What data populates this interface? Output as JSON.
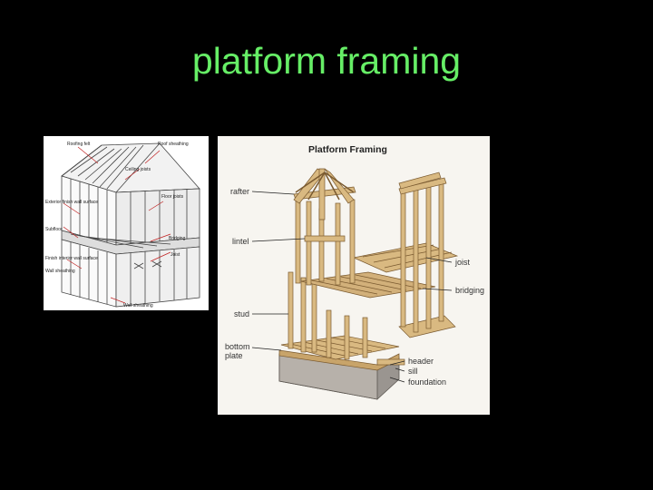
{
  "slide": {
    "title": "platform framing"
  },
  "small_diagram": {
    "labels": [
      "Roofing felt",
      "Roof sheathing",
      "Ceiling joists",
      "Floor joists",
      "Exterior finish wall surface",
      "Subfloor",
      "Bridging",
      "Finish interior wall surface",
      "Joist",
      "Wall sheathing",
      "Wall sheathing"
    ]
  },
  "large_diagram": {
    "title": "Platform Framing",
    "labels": {
      "rafter": "rafter",
      "lintel": "lintel",
      "joist": "joist",
      "bridging": "bridging",
      "stud": "stud",
      "bottom_plate_1": "bottom",
      "bottom_plate_2": "plate",
      "header": "header",
      "sill": "sill",
      "foundation": "foundation"
    }
  }
}
